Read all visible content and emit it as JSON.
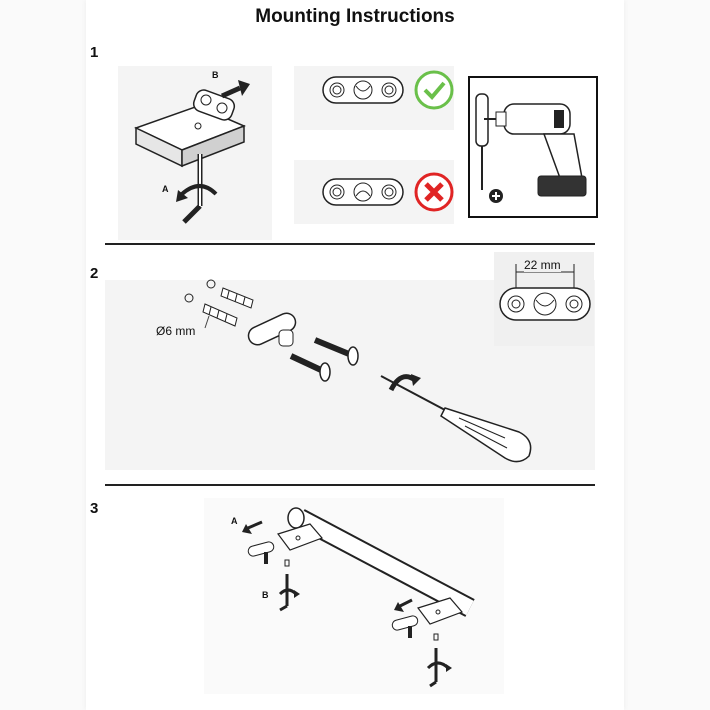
{
  "title": "Mounting Instructions",
  "steps": [
    {
      "number": "1",
      "label_a": "A",
      "label_b": "B"
    },
    {
      "number": "2",
      "diameter": "Ø6 mm",
      "spacing": "22 mm"
    },
    {
      "number": "3",
      "label_a": "A",
      "label_b": "B"
    }
  ],
  "icons": {
    "correct": "check-icon",
    "incorrect": "cross-icon",
    "tools": [
      "screwdriver-icon",
      "drill-icon",
      "plus-icon"
    ]
  },
  "colors": {
    "correct": "#6ac04a",
    "incorrect": "#e02424",
    "line": "#222222"
  }
}
